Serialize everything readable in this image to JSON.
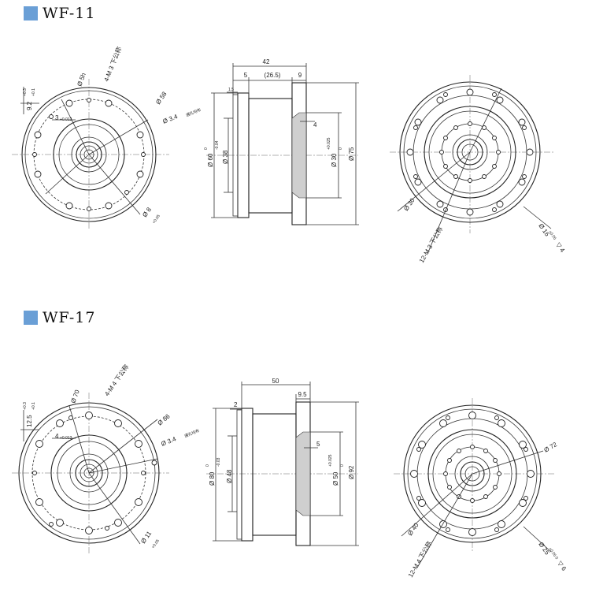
{
  "sections": [
    {
      "title": "WF-11",
      "front": {
        "thread": "4-M 3 下公称",
        "dia_holes": "Ø 5h",
        "dia_58": "Ø 58",
        "dia_34": "Ø 3.4",
        "note_34": "通孔均布",
        "dim_92": "9.2",
        "tol_92_up": "+0.3",
        "tol_92_lo": "+0.1",
        "dim_3": "3",
        "tol_3": "+0.012",
        "dia_8": "Ø 8",
        "tol_8": "+0.05"
      },
      "side": {
        "total": "42",
        "mid": "(26.5)",
        "left_5": "5",
        "right_9": "9",
        "small_1_5": "1.5",
        "d60": "Ø 60",
        "d60_tol_up": "0",
        "d60_tol_lo": "-0.04",
        "d38": "Ø 38",
        "gap4": "4",
        "d30": "Ø 30",
        "d30_tol_up": "+0.025",
        "d30_tol_lo": "0",
        "d75": "Ø 75"
      },
      "rear": {
        "d30": "Ø 30",
        "thread": "12-M 3 下公称",
        "d16": "Ø 16",
        "d16_tol": "+0.05",
        "depth": "▽ 4"
      }
    },
    {
      "title": "WF-17",
      "front": {
        "thread": "4-M 4 下公称",
        "dia_holes": "Ø 70",
        "dia_86": "Ø 86",
        "dia_34": "Ø 3.4",
        "note_34": "通孔均布",
        "dim_125": "12.5",
        "tol_125_up": "+0.3",
        "tol_125_lo": "+0.1",
        "dim_4": "4",
        "tol_4": "+0.012",
        "dia_11": "Ø 11",
        "tol_11": "+0.05"
      },
      "side": {
        "total": "50",
        "right_95": "9.5",
        "left_2": "2",
        "d80": "Ø 80",
        "d80_tol_up": "0",
        "d80_tol_lo": "-0.03",
        "d48": "Ø 48",
        "gap5": "5",
        "d50": "Ø 50",
        "d50_tol_up": "+0.025",
        "d50_tol_lo": "0",
        "d92": "Ø 92"
      },
      "rear": {
        "d72": "Ø 72",
        "d40": "Ø 40",
        "thread": "12-M 4 下公称",
        "d25": "Ø 25",
        "d25_tol": "+0.05 0",
        "depth": "▽ 6"
      }
    }
  ]
}
